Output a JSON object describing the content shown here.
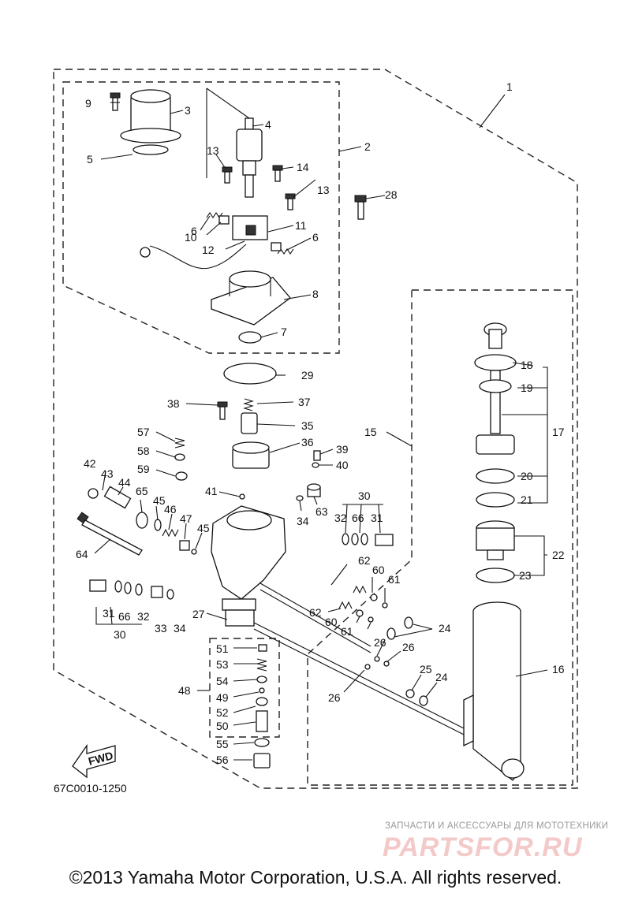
{
  "diagram_code": "67C0010-1250",
  "fwd_label": "FWD",
  "copyright": "©2013 Yamaha Motor Corporation, U.S.A. All rights reserved.",
  "watermark": {
    "caption": "ЗАПЧАСТИ И АКСЕССУАРЫ ДЛЯ МОТОТЕХНИКИ",
    "logo": "PARTSFOR.RU"
  },
  "callouts": [
    {
      "id": "c1",
      "label": "1"
    },
    {
      "id": "c2",
      "label": "2"
    },
    {
      "id": "c3",
      "label": "3"
    },
    {
      "id": "c4",
      "label": "4"
    },
    {
      "id": "c5",
      "label": "5"
    },
    {
      "id": "c6a",
      "label": "6"
    },
    {
      "id": "c6b",
      "label": "6"
    },
    {
      "id": "c7",
      "label": "7"
    },
    {
      "id": "c8",
      "label": "8"
    },
    {
      "id": "c9",
      "label": "9"
    },
    {
      "id": "c10",
      "label": "10"
    },
    {
      "id": "c11",
      "label": "11"
    },
    {
      "id": "c12",
      "label": "12"
    },
    {
      "id": "c13a",
      "label": "13"
    },
    {
      "id": "c13b",
      "label": "13"
    },
    {
      "id": "c14",
      "label": "14"
    },
    {
      "id": "c15",
      "label": "15"
    },
    {
      "id": "c16",
      "label": "16"
    },
    {
      "id": "c17",
      "label": "17"
    },
    {
      "id": "c18",
      "label": "18"
    },
    {
      "id": "c19",
      "label": "19"
    },
    {
      "id": "c20",
      "label": "20"
    },
    {
      "id": "c21",
      "label": "21"
    },
    {
      "id": "c22",
      "label": "22"
    },
    {
      "id": "c23",
      "label": "23"
    },
    {
      "id": "c24a",
      "label": "24"
    },
    {
      "id": "c24b",
      "label": "24"
    },
    {
      "id": "c25",
      "label": "25"
    },
    {
      "id": "c26a",
      "label": "26"
    },
    {
      "id": "c26b",
      "label": "26"
    },
    {
      "id": "c26c",
      "label": "26"
    },
    {
      "id": "c27",
      "label": "27"
    },
    {
      "id": "c28",
      "label": "28"
    },
    {
      "id": "c29",
      "label": "29"
    },
    {
      "id": "c30a",
      "label": "30"
    },
    {
      "id": "c30b",
      "label": "30"
    },
    {
      "id": "c31a",
      "label": "31"
    },
    {
      "id": "c31b",
      "label": "31"
    },
    {
      "id": "c32a",
      "label": "32"
    },
    {
      "id": "c32b",
      "label": "32"
    },
    {
      "id": "c33",
      "label": "33"
    },
    {
      "id": "c34a",
      "label": "34"
    },
    {
      "id": "c34b",
      "label": "34"
    },
    {
      "id": "c35",
      "label": "35"
    },
    {
      "id": "c36",
      "label": "36"
    },
    {
      "id": "c37",
      "label": "37"
    },
    {
      "id": "c38",
      "label": "38"
    },
    {
      "id": "c39",
      "label": "39"
    },
    {
      "id": "c40",
      "label": "40"
    },
    {
      "id": "c41",
      "label": "41"
    },
    {
      "id": "c42",
      "label": "42"
    },
    {
      "id": "c43",
      "label": "43"
    },
    {
      "id": "c44",
      "label": "44"
    },
    {
      "id": "c45a",
      "label": "45"
    },
    {
      "id": "c45b",
      "label": "45"
    },
    {
      "id": "c46",
      "label": "46"
    },
    {
      "id": "c47",
      "label": "47"
    },
    {
      "id": "c48",
      "label": "48"
    },
    {
      "id": "c49",
      "label": "49"
    },
    {
      "id": "c50",
      "label": "50"
    },
    {
      "id": "c51",
      "label": "51"
    },
    {
      "id": "c52",
      "label": "52"
    },
    {
      "id": "c53",
      "label": "53"
    },
    {
      "id": "c54",
      "label": "54"
    },
    {
      "id": "c55",
      "label": "55"
    },
    {
      "id": "c56",
      "label": "56"
    },
    {
      "id": "c57",
      "label": "57"
    },
    {
      "id": "c58",
      "label": "58"
    },
    {
      "id": "c59",
      "label": "59"
    },
    {
      "id": "c60a",
      "label": "60"
    },
    {
      "id": "c60b",
      "label": "60"
    },
    {
      "id": "c61a",
      "label": "61"
    },
    {
      "id": "c61b",
      "label": "61"
    },
    {
      "id": "c62a",
      "label": "62"
    },
    {
      "id": "c62b",
      "label": "62"
    },
    {
      "id": "c63",
      "label": "63"
    },
    {
      "id": "c64",
      "label": "64"
    },
    {
      "id": "c65",
      "label": "65"
    },
    {
      "id": "c66a",
      "label": "66"
    },
    {
      "id": "c66b",
      "label": "66"
    }
  ]
}
